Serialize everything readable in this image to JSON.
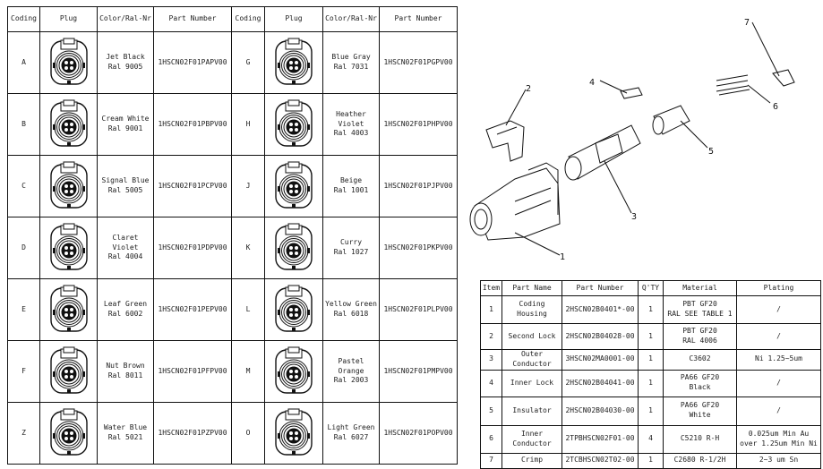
{
  "coding_table": {
    "headers": [
      "Coding",
      "Plug",
      "Color/Ral-Nr",
      "Part Number",
      "Coding",
      "Plug",
      "Color/Ral-Nr",
      "Part Number"
    ],
    "rows": [
      {
        "left": {
          "coding": "A",
          "color": "Jet Black",
          "ral": "Ral 9005",
          "part": "1HSCN02F01PAPV00"
        },
        "right": {
          "coding": "G",
          "color": "Blue Gray",
          "ral": "Ral 7031",
          "part": "1HSCN02F01PGPV00"
        }
      },
      {
        "left": {
          "coding": "B",
          "color": "Cream White",
          "ral": "Ral 9001",
          "part": "1HSCN02F01PBPV00"
        },
        "right": {
          "coding": "H",
          "color": "Heather Violet",
          "ral": "Ral 4003",
          "part": "1HSCN02F01PHPV00"
        }
      },
      {
        "left": {
          "coding": "C",
          "color": "Signal Blue",
          "ral": "Ral 5005",
          "part": "1HSCN02F01PCPV00"
        },
        "right": {
          "coding": "J",
          "color": "Beige",
          "ral": "Ral 1001",
          "part": "1HSCN02F01PJPV00"
        }
      },
      {
        "left": {
          "coding": "D",
          "color": "Claret Violet",
          "ral": "Ral 4004",
          "part": "1HSCN02F01PDPV00"
        },
        "right": {
          "coding": "K",
          "color": "Curry",
          "ral": "Ral 1027",
          "part": "1HSCN02F01PKPV00"
        }
      },
      {
        "left": {
          "coding": "E",
          "color": "Leaf Green",
          "ral": "Ral 6002",
          "part": "1HSCN02F01PEPV00"
        },
        "right": {
          "coding": "L",
          "color": "Yellow Green",
          "ral": "Ral 6018",
          "part": "1HSCN02F01PLPV00"
        }
      },
      {
        "left": {
          "coding": "F",
          "color": "Nut Brown",
          "ral": "Ral 8011",
          "part": "1HSCN02F01PFPV00"
        },
        "right": {
          "coding": "M",
          "color": "Pastel Orange",
          "ral": "Ral 2003",
          "part": "1HSCN02F01PMPV00"
        }
      },
      {
        "left": {
          "coding": "Z",
          "color": "Water Blue",
          "ral": "Ral 5021",
          "part": "1HSCN02F01PZPV00"
        },
        "right": {
          "coding": "O",
          "color": "Light Green",
          "ral": "Ral 6027",
          "part": "1HSCN02F01POPV00"
        }
      }
    ]
  },
  "drawing": {
    "labels": [
      "1",
      "2",
      "3",
      "4",
      "5",
      "6",
      "7"
    ]
  },
  "bom_table": {
    "headers": [
      "Item",
      "Part Name",
      "Part Number",
      "Q'TY",
      "Material",
      "Plating"
    ],
    "rows": [
      {
        "item": "1",
        "name": "Coding Housing",
        "part": "2HSCN02B0401*-00",
        "qty": "1",
        "mat1": "PBT GF20",
        "mat2": "RAL SEE TABLE 1",
        "plat1": "/",
        "plat2": ""
      },
      {
        "item": "2",
        "name": "Second Lock",
        "part": "2HSCN02B04028-00",
        "qty": "1",
        "mat1": "PBT GF20",
        "mat2": "RAL 4006",
        "plat1": "/",
        "plat2": ""
      },
      {
        "item": "3",
        "name": "Outer Conductor",
        "part": "3HSCN02MA0001-00",
        "qty": "1",
        "mat1": "C3602",
        "mat2": "",
        "plat1": "Ni 1.25~5um",
        "plat2": ""
      },
      {
        "item": "4",
        "name": "Inner Lock",
        "part": "2HSCN02B04041-00",
        "qty": "1",
        "mat1": "PA66 GF20",
        "mat2": "Black",
        "plat1": "/",
        "plat2": ""
      },
      {
        "item": "5",
        "name": "Insulator",
        "part": "2HSCN02B04030-00",
        "qty": "1",
        "mat1": "PA66 GF20",
        "mat2": "White",
        "plat1": "/",
        "plat2": ""
      },
      {
        "item": "6",
        "name": "Inner Conductor",
        "part": "2TPBHSCN02F01-00",
        "qty": "4",
        "mat1": "C5210 R-H",
        "mat2": "",
        "plat1": "0.025um Min Au",
        "plat2": "over 1.25um Min Ni"
      },
      {
        "item": "7",
        "name": "Crimp",
        "part": "2TCBHSCN02T02-00",
        "qty": "1",
        "mat1": "C2680 R-1/2H",
        "mat2": "",
        "plat1": "2~3 um Sn",
        "plat2": ""
      }
    ]
  }
}
